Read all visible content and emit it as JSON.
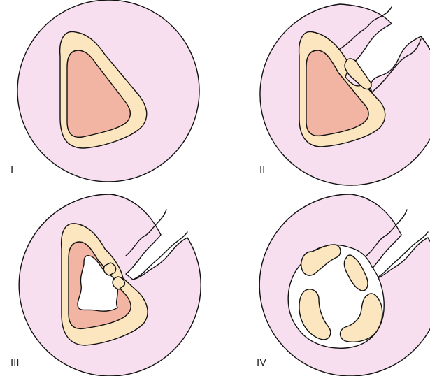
{
  "colors": {
    "background_disc": "#f7dff0",
    "outer_layer": "#fbe6c0",
    "inner_core": "#f2b5a4",
    "cavity": "#ffffff",
    "outline": "#111111"
  },
  "panels": [
    {
      "label": "I",
      "stage": "intact"
    },
    {
      "label": "II",
      "stage": "fracture-reaches-outer-layer"
    },
    {
      "label": "III",
      "stage": "fracture-penetrates-core"
    },
    {
      "label": "IV",
      "stage": "outer-layer-fragmented"
    }
  ]
}
